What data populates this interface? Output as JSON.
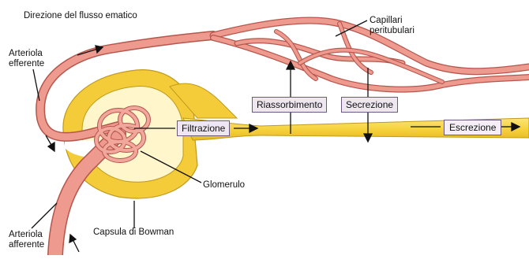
{
  "labels": {
    "flow_direction": "Direzione del flusso ematico",
    "peritubular_line1": "Capillari",
    "peritubular_line2": "peritubulari",
    "efferent_line1": "Arteriola",
    "efferent_line2": "efferente",
    "afferent_line1": "Arteriola",
    "afferent_line2": "afferente",
    "glomerulus": "Glomerulo",
    "bowman": "Capsula di Bowman"
  },
  "process_boxes": {
    "filtration": "Filtrazione",
    "reabsorption": "Riassorbimento",
    "secretion": "Secrezione",
    "excretion": "Escrezione"
  },
  "colors": {
    "vessel": "#ef9a8e",
    "vessel_edge": "#b5564d",
    "tubule": "#f7d84a",
    "tubule_edge": "#c09a1a",
    "box_fill": "#eee7f2",
    "box_edge": "#6b5a7d"
  }
}
